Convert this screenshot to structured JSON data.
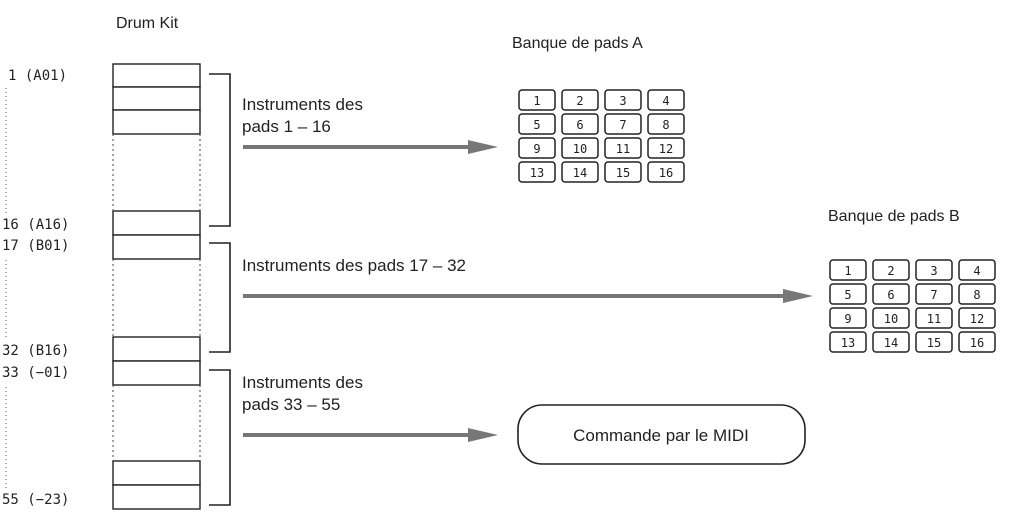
{
  "header": {
    "kit_label": "Drum  Kit"
  },
  "kit_numbers": {
    "n1": "1 (A01)",
    "n16": "16 (A16)",
    "n17": "17 (B01)",
    "n32": "32 (B16)",
    "n33": "33 (−01)",
    "n55": "55 (−23)"
  },
  "groups": {
    "g1": {
      "label_line1": "Instruments des",
      "label_line2": "pads 1 – 16"
    },
    "g2": {
      "label": "Instruments des pads 17 – 32"
    },
    "g3": {
      "label_line1": "Instruments des",
      "label_line2": "pads 33 – 55"
    }
  },
  "bank_a": {
    "title": "Banque de pads A",
    "pads": [
      "1",
      "2",
      "3",
      "4",
      "5",
      "6",
      "7",
      "8",
      "9",
      "10",
      "11",
      "12",
      "13",
      "14",
      "15",
      "16"
    ]
  },
  "bank_b": {
    "title": "Banque de pads B",
    "pads": [
      "1",
      "2",
      "3",
      "4",
      "5",
      "6",
      "7",
      "8",
      "9",
      "10",
      "11",
      "12",
      "13",
      "14",
      "15",
      "16"
    ]
  },
  "midi": {
    "label": "Commande par le MIDI"
  }
}
